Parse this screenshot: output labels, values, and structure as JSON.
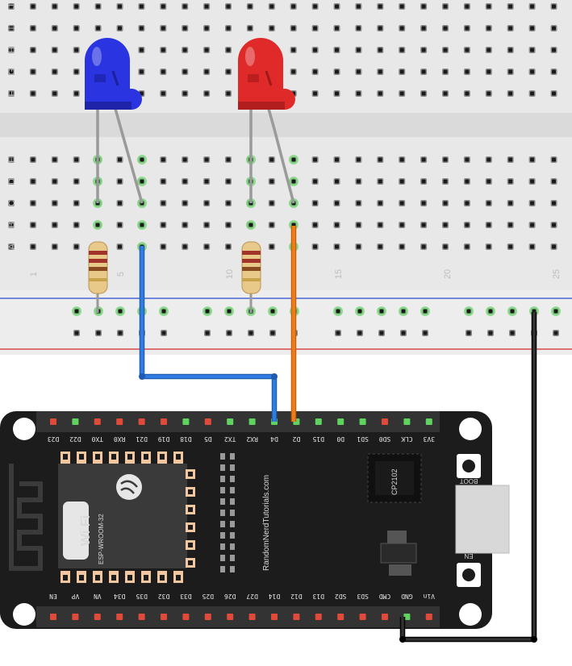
{
  "breadboard": {
    "row_labels_top": [
      "J",
      "I",
      "H",
      "G",
      "F"
    ],
    "row_labels_bottom": [
      "E",
      "D",
      "C",
      "B",
      "A"
    ],
    "column_numbers": [
      "1",
      "5",
      "10",
      "15",
      "20",
      "25"
    ]
  },
  "leds": [
    {
      "name": "blue-led",
      "color": "#2a34e0"
    },
    {
      "name": "red-led",
      "color": "#e02a2a"
    }
  ],
  "wires": [
    {
      "name": "blue-wire",
      "color": "#2f7de1"
    },
    {
      "name": "orange-wire",
      "color": "#f07b17"
    },
    {
      "name": "black-wire",
      "color": "#222222"
    }
  ],
  "board": {
    "top_pins": [
      "D23",
      "D22",
      "TX0",
      "RX0",
      "D21",
      "D19",
      "D18",
      "D5",
      "TX2",
      "RX2",
      "D4",
      "D2",
      "D15",
      "D0",
      "SD1",
      "SD0",
      "CLK",
      "3V3"
    ],
    "bottom_pins": [
      "EN",
      "VP",
      "VN",
      "D34",
      "D35",
      "D32",
      "D33",
      "D25",
      "D26",
      "D27",
      "D14",
      "D12",
      "D13",
      "SD2",
      "SD3",
      "CMD",
      "GND",
      "Vin"
    ],
    "module_label": "ESP-WROOM-32",
    "wifi_label": "Wi Fi",
    "chip_label": "CP2102",
    "watermark": "RandomNerdTutorials.com",
    "boot_label": "BOOT",
    "en_label": "EN"
  }
}
